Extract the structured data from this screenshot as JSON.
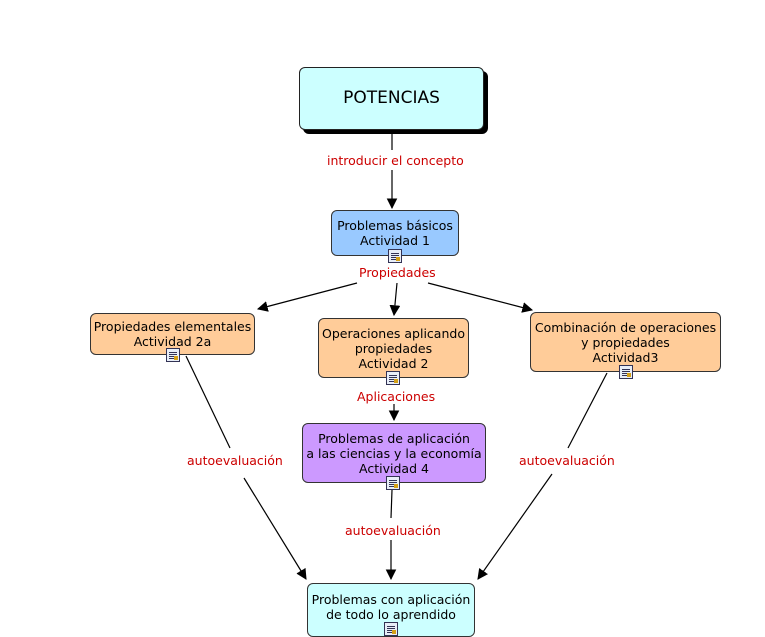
{
  "nodes": {
    "potencias": "POTENCIAS",
    "basicos": "Problemas básicos\nActividad 1",
    "elementales": "Propiedades elementales\nActividad 2a",
    "operaciones": "Operaciones aplicando\npropiedades\nActividad 2",
    "combinacion": "Combinación de operaciones\ny propiedades\nActividad3",
    "aplicacion": "Problemas de aplicación\na las ciencias y la economía\nActividad 4",
    "final": "Problemas con aplicación\nde todo lo aprendido"
  },
  "links": {
    "introducir": "introducir el concepto",
    "propiedades": "Propiedades",
    "aplicaciones": "Aplicaciones",
    "autoeval_left": "autoevaluación",
    "autoeval_center": "autoevaluación",
    "autoeval_right": "autoevaluación"
  },
  "icons": [
    "document-icon"
  ],
  "colors": {
    "root": "#ccffff",
    "blue": "#99c9ff",
    "orange": "#ffcc99",
    "purple": "#cc99ff",
    "final": "#ccffff",
    "link_text": "#cc0000"
  }
}
